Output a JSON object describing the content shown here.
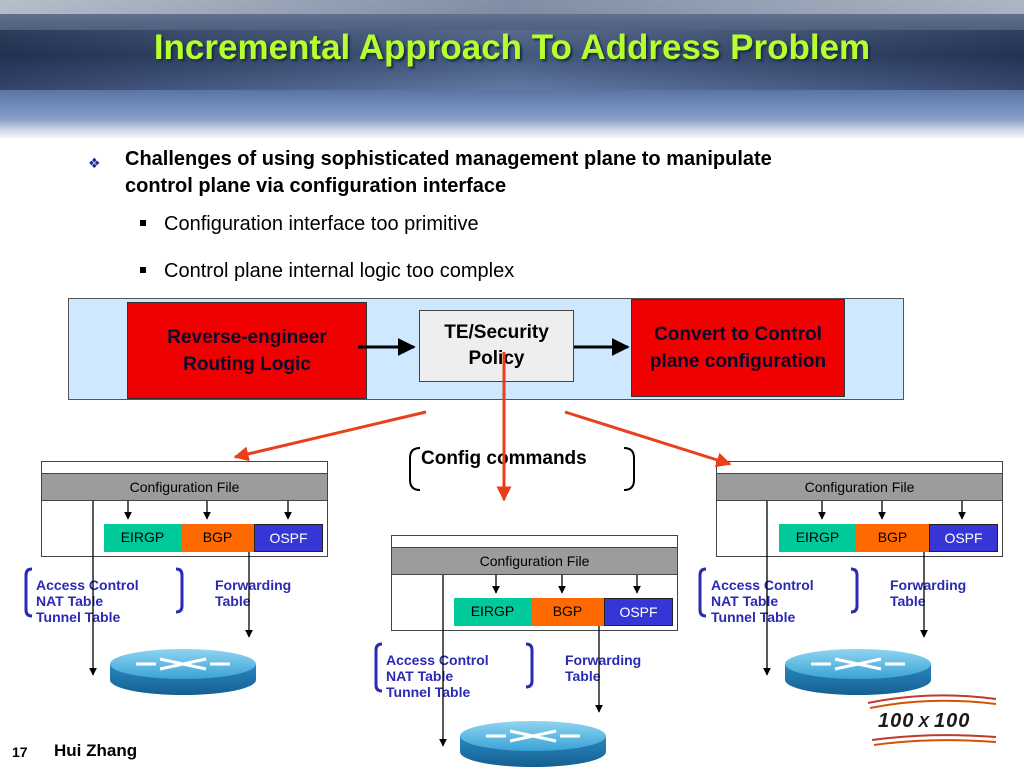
{
  "title": "Incremental Approach To Address Problem",
  "main_bullet": "Challenges of using sophisticated management plane to manipulate control plane via configuration interface",
  "sub_bullets": [
    "Configuration interface too primitive",
    "Control plane internal logic too complex"
  ],
  "policy_row": {
    "reverse_engineer": "Reverse-engineer Routing Logic",
    "te_security": "TE/Security Policy",
    "convert": "Convert to Control plane configuration"
  },
  "config_commands": "Config commands",
  "routers": [
    {
      "config_file": "Configuration File",
      "protocols": [
        "EIRGP",
        "BGP",
        "OSPF"
      ],
      "left_tables": [
        "Access Control",
        "NAT Table",
        "Tunnel Table"
      ],
      "right_tables": [
        "Forwarding",
        "Table"
      ]
    },
    {
      "config_file": "Configuration File",
      "protocols": [
        "EIRGP",
        "BGP",
        "OSPF"
      ],
      "left_tables": [
        "Access Control",
        "NAT Table",
        "Tunnel Table"
      ],
      "right_tables": [
        "Forwarding",
        "Table"
      ]
    },
    {
      "config_file": "Configuration File",
      "protocols": [
        "EIRGP",
        "BGP",
        "OSPF"
      ],
      "left_tables": [
        "Access Control",
        "NAT Table",
        "Tunnel Table"
      ],
      "right_tables": [
        "Forwarding",
        "Table"
      ]
    }
  ],
  "footer": {
    "slide_number": "17",
    "author": "Hui Zhang"
  },
  "logo": {
    "left": "100",
    "x": "X",
    "right": "100"
  },
  "colors": {
    "title": "#b5ff2e",
    "red": "#f00000",
    "eirgp": "#00c99a",
    "bgp": "#ff6a00",
    "ospf": "#3636d6",
    "table_text": "#2a2ab5",
    "arrow": "#e8401a"
  }
}
